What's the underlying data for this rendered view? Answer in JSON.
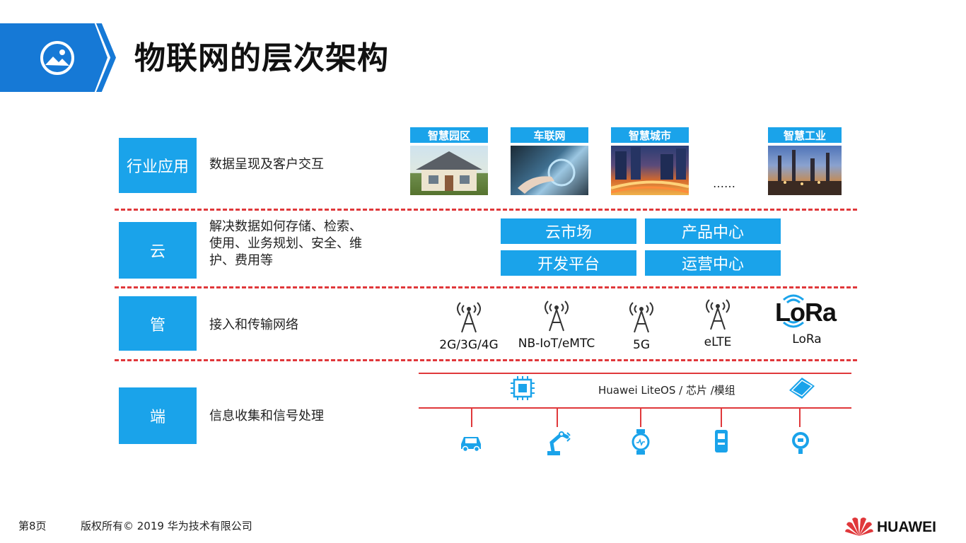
{
  "title": "物联网的层次架构",
  "layers": [
    {
      "label": "行业应用",
      "desc": "数据呈现及客户交互"
    },
    {
      "label": "云",
      "desc_lines": [
        "解决数据如何存储、检索、",
        "使用、业务规划、安全、维",
        "护、费用等"
      ]
    },
    {
      "label": "管",
      "desc": "接入和传输网络"
    },
    {
      "label": "端",
      "desc": "信息收集和信号处理"
    }
  ],
  "apps": [
    "智慧园区",
    "车联网",
    "智慧城市",
    "智慧工业"
  ],
  "apps_ellipsis": "……",
  "cloud_blocks": [
    "云市场",
    "产品中心",
    "开发平台",
    "运营中心"
  ],
  "networks": [
    "2G/3G/4G",
    "NB-IoT/eMTC",
    "5G",
    "eLTE",
    "LoRa"
  ],
  "lora_logo": "LoRa",
  "terminal": {
    "os_label": "Huawei LiteOS / 芯片 /模组"
  },
  "icons": [
    "image-icon",
    "antenna-icon",
    "chip-icon",
    "module-icon",
    "car-icon",
    "robot-arm-icon",
    "watch-icon",
    "meter-icon",
    "gauge-icon"
  ],
  "footer": {
    "page": "第8页",
    "copyright": "版权所有© 2019 华为技术有限公司",
    "brand": "HUAWEI"
  },
  "colors": {
    "accent": "#1aa3ea",
    "header": "#1679d6",
    "divider": "#e0383b"
  }
}
